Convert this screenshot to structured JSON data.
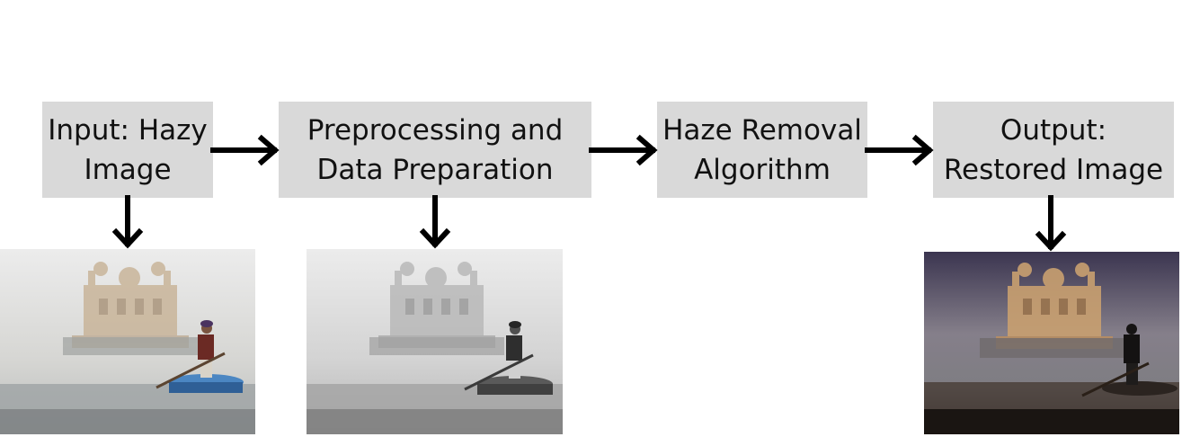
{
  "diagram": {
    "steps": [
      {
        "line1": "Input: Hazy",
        "line2": "Image"
      },
      {
        "line1": "Preprocessing and",
        "line2": "Data Preparation"
      },
      {
        "line1": "Haze Removal",
        "line2": "Algorithm"
      },
      {
        "line1": "Output:",
        "line2": "Restored Image"
      }
    ]
  },
  "colors": {
    "box_fill": "#d9d9d9",
    "arrow": "#000000",
    "text": "#111111"
  },
  "images": [
    {
      "name": "hazy-input-photo",
      "style": "hazy color"
    },
    {
      "name": "preprocessed-photo",
      "style": "hazy grayscale"
    },
    {
      "name": "restored-output-photo",
      "style": "dehazed color"
    }
  ]
}
